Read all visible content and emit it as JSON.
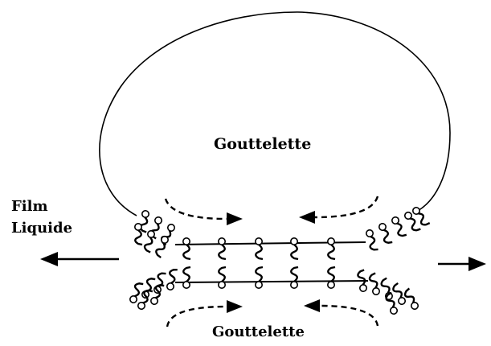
{
  "labels": {
    "top_droplet": "Gouttelette",
    "bottom_droplet": "Gouttelette",
    "film_line1": "Film",
    "film_line2": "Liquide"
  },
  "colors": {
    "ink": "#000000",
    "background": "#ffffff"
  }
}
